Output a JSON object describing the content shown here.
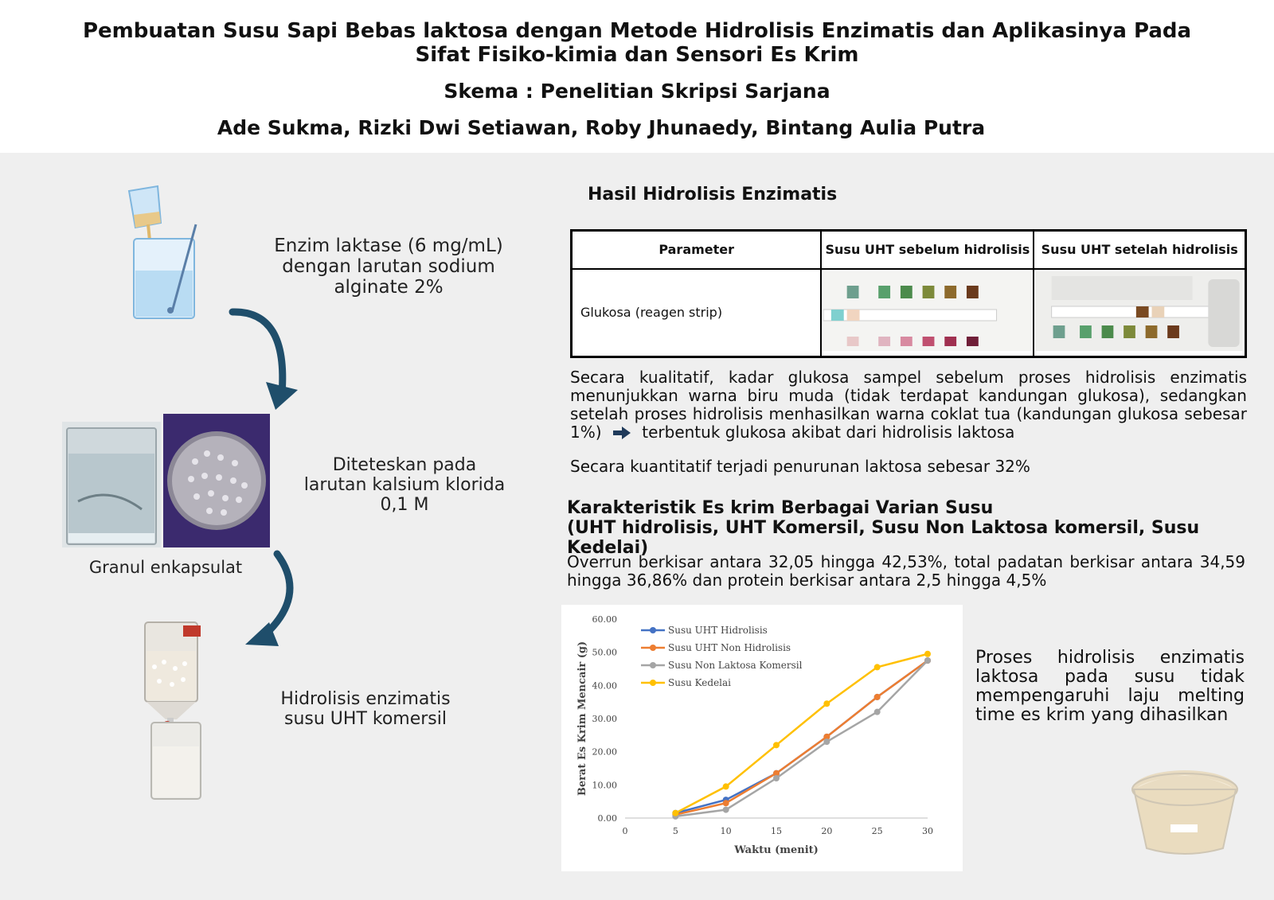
{
  "header": {
    "title": "Pembuatan Susu Sapi Bebas laktosa dengan Metode Hidrolisis Enzimatis dan Aplikasinya Pada Sifat Fisiko-kimia dan Sensori Es Krim",
    "scheme": "Skema : Penelitian Skripsi Sarjana",
    "authors": "Ade Sukma, Rizki Dwi Setiawan, Roby Jhunaedy, Bintang Aulia Putra"
  },
  "flow": {
    "step1": "Enzim laktase (6 mg/mL) dengan  larutan sodium alginate 2%",
    "step2": "Diteteskan pada larutan kalsium klorida 0,1 M",
    "granule_label": "Granul enkapsulat",
    "step3": "Hidrolisis enzimatis susu UHT komersil"
  },
  "results": {
    "title": "Hasil Hidrolisis Enzimatis",
    "table": {
      "headers": [
        "Parameter",
        "Susu UHT sebelum hidrolisis",
        "Susu UHT setelah hidrolisis"
      ],
      "row_param": "Glukosa (reagen strip)"
    },
    "qualitative_a": "Secara kualitatif, kadar glukosa sampel sebelum proses hidrolisis enzimatis menunjukkan warna biru muda (tidak terdapat kandungan glukosa), sedangkan setelah proses hidrolisis menhasilkan warna coklat tua (kandungan glukosa sebesar 1%)",
    "qualitative_b": "terbentuk glukosa  akibat dari hidrolisis laktosa",
    "quantitative": "Secara kuantitatif terjadi penurunan laktosa sebesar 32%"
  },
  "icecream": {
    "title_line1": "Karakteristik Es krim Berbagai Varian Susu",
    "title_line2": "(UHT hidrolisis, UHT Komersil, Susu Non Laktosa komersil, Susu Kedelai)",
    "text": "Overrun berkisar antara 32,05 hingga 42,53%, total padatan berkisar antara 34,59 hingga 36,86% dan protein berkisar antara 2,5 hingga 4,5%",
    "conclusion": "Proses hidrolisis enzimatis laktosa pada susu tidak mempengaruhi laju melting time es krim yang dihasilkan"
  },
  "chart_data": {
    "type": "line",
    "xlabel": "Waktu (menit)",
    "ylabel": "Berat Es Krim Mencair (g)",
    "xlim": [
      0,
      30
    ],
    "ylim": [
      0,
      60
    ],
    "x_ticks": [
      0,
      5,
      10,
      15,
      20,
      25,
      30
    ],
    "y_ticks": [
      "0.00",
      "10.00",
      "20.00",
      "30.00",
      "40.00",
      "50.00",
      "60.00"
    ],
    "legend_position": "top-left",
    "grid": false,
    "x": [
      5,
      10,
      15,
      20,
      25,
      30
    ],
    "series": [
      {
        "name": "Susu UHT Hidrolisis",
        "color": "#4472c4",
        "values": [
          1.5,
          5.5,
          13.5,
          24.5,
          36.5,
          47.5
        ]
      },
      {
        "name": "Susu UHT Non Hidrolisis",
        "color": "#ed7d31",
        "values": [
          1.0,
          4.5,
          13.5,
          24.5,
          36.5,
          47.5
        ]
      },
      {
        "name": "Susu Non Laktosa Komersil",
        "color": "#a5a5a5",
        "values": [
          0.5,
          2.5,
          12.0,
          23.0,
          32.0,
          47.5
        ]
      },
      {
        "name": "Susu Kedelai",
        "color": "#ffc000",
        "values": [
          1.5,
          9.5,
          22.0,
          34.5,
          45.5,
          49.5
        ]
      }
    ]
  }
}
